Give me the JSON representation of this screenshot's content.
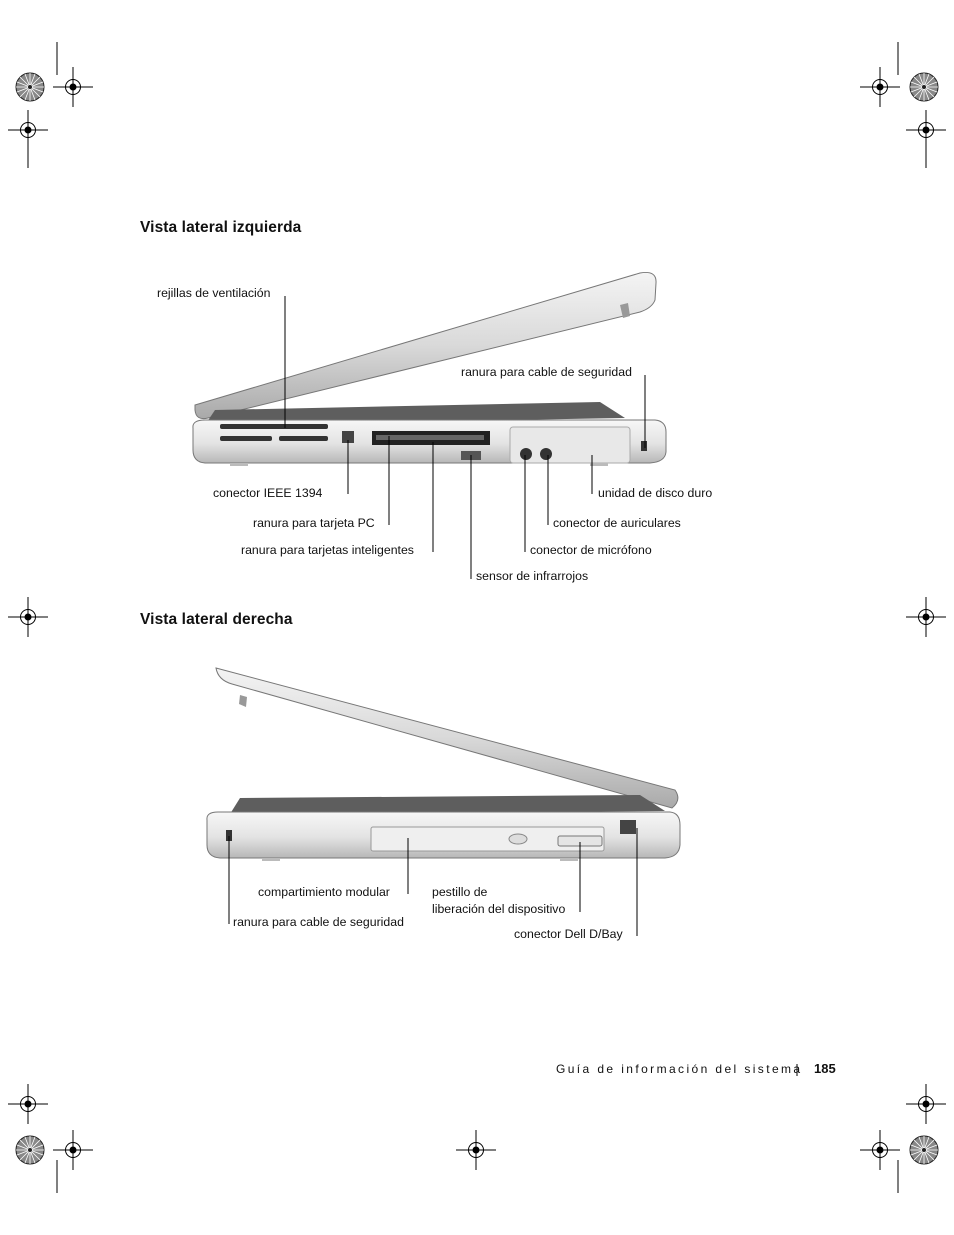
{
  "left_view": {
    "heading": "Vista lateral izquierda",
    "labels": {
      "vents": "rejillas de ventilación",
      "security_slot": "ranura para cable de seguridad",
      "ieee1394": "conector IEEE 1394",
      "hard_drive": "unidad de disco duro",
      "pc_card": "ranura para tarjeta PC",
      "headphone": "conector de auriculares",
      "smart_card": "ranura para tarjetas inteligentes",
      "microphone": "conector de micrófono",
      "infrared": "sensor de infrarrojos"
    }
  },
  "right_view": {
    "heading": "Vista lateral derecha",
    "labels": {
      "modular_bay": "compartimiento modular",
      "release_latch_line1": "pestillo de",
      "release_latch_line2": "liberación del dispositivo",
      "security_slot": "ranura para cable de seguridad",
      "dbay_connector": "conector Dell D/Bay"
    }
  },
  "footer": {
    "guide_title": "Guía de información del sistema",
    "separator": "|",
    "page_number": "185"
  }
}
